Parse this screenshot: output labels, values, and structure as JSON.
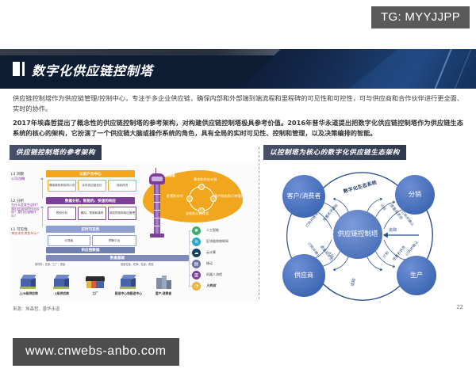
{
  "watermarks": {
    "top": "TG: MYYJJPP",
    "bottom": "www.cnwebs-anbo.com"
  },
  "slide": {
    "title": "数字化供应链控制塔",
    "page_number": "22",
    "source": "来源：埃森哲，普华永道",
    "paragraphs": [
      {
        "bold": false,
        "text": "供应链控制塔作为供应链管理/控制中心，专注于多企业供应链，确保内部和外部端到端流程和里程碑的可见性和可控性，可与供应商和合作伙伴进行更全面、实时的协作。"
      },
      {
        "bold": true,
        "text": "2017年埃森哲提出了概念性的供应链控制塔的参考架构，对构建供应链控制塔极具参考价值。2016年普华永道提出把数字化供应链控制塔作为供应链生态系统的核心的架构，它扮演了一个供应链大脑或操作系统的角色，具有全局的实时可见性、控制和管理，以及决策编排的智能。"
      }
    ]
  },
  "panel_left": {
    "caption": "供应链控制塔的参考架构",
    "layers": [
      {
        "num": "L3  洞察",
        "sub": "公司/战略",
        "band": "以客户为中心",
        "cells": [
          "情境感知和协同计划",
          "实时供应链优化",
          "持续改进"
        ]
      },
      {
        "num": "L2  分析",
        "sub": "为什么会发生这样？我们应该如何作出反应？我们应该做什么？",
        "band": "数据分析、智能的、快速的响应",
        "cells": [
          "预测分析",
          "模拟、预案和演练",
          "风险预测和响应管理"
        ]
      },
      {
        "num": "L1  可见性",
        "sub": "现在正在发生什么？",
        "band": "实时可见性",
        "cells": [
          "仪表板",
          "预警平台"
        ]
      },
      {
        "num": "",
        "sub": "",
        "band": "供应链数据",
        "cells": []
      },
      {
        "num": "",
        "sub": "",
        "band": "数据基础",
        "cells": []
      }
    ],
    "tower_label": "控制塔",
    "blob_items": [
      "需求和供应计划",
      "配置和交付",
      "客户服务和订单管理",
      "流程和分析优化"
    ],
    "tech_items": [
      {
        "icon": "ai-icon",
        "glyph": "✹",
        "color": "#3fae6d",
        "label": "人工智能"
      },
      {
        "icon": "iot-icon",
        "glyph": "≋",
        "color": "#2fa8c8",
        "label": "区块链和物联网"
      },
      {
        "icon": "cloud-icon",
        "glyph": "☁",
        "color": "#16405f",
        "label": "云计算"
      },
      {
        "icon": "mobile-icon",
        "glyph": "▤",
        "color": "#6b6f9e",
        "label": "移动"
      },
      {
        "icon": "robot-icon",
        "glyph": "▥",
        "color": "#7b3f98",
        "label": "机器人流程"
      },
      {
        "icon": "sensor-icon",
        "glyph": "◔",
        "color": "#e8b43a",
        "label": "大数据"
      }
    ],
    "chain_nodes": [
      {
        "label": "上/N级供应商",
        "note": ""
      },
      {
        "label": "1级供应商",
        "note": ""
      },
      {
        "label": "工厂",
        "note": ""
      },
      {
        "label": "配送中心和配送中心",
        "note": ""
      },
      {
        "label": "客户/消费者",
        "note": ""
      }
    ],
    "chain_notes": [
      "原材料、在途、工厂、成品",
      "成品在途、在库、在途、成品"
    ]
  },
  "panel_right": {
    "caption": "以控制塔为核心的数字化供应链生态架构",
    "center": "供应链控制塔",
    "nodes": [
      {
        "id": "customer",
        "label": "客户/消费者"
      },
      {
        "id": "distribution",
        "label": "分销"
      },
      {
        "id": "production",
        "label": "生产"
      },
      {
        "id": "supplier",
        "label": "供应商"
      }
    ],
    "ring_label": "数字化生态系统",
    "flow_labels": {
      "track": "追踪",
      "plan": "计划",
      "status": "质量和状态",
      "confirm": "订购并确认"
    },
    "spoke_sets": [
      {
        "plan": "计划",
        "status": "质量和状态",
        "confirm": "订购并确认"
      },
      {
        "plan": "计划",
        "status": "质量和状态",
        "confirm": "订购并确认"
      },
      {
        "plan": "计划",
        "status": "质量和状态",
        "confirm": "订购并确认"
      },
      {
        "plan": "计划",
        "status": "质量和状态",
        "confirm": "订购并确认"
      }
    ]
  },
  "colors": {
    "header_navy": "#0d1b33",
    "orange": "#f0a71e",
    "purple": "#7b3f98",
    "blue": "#2e5aa8",
    "badge_gray": "#4d4d4d"
  }
}
